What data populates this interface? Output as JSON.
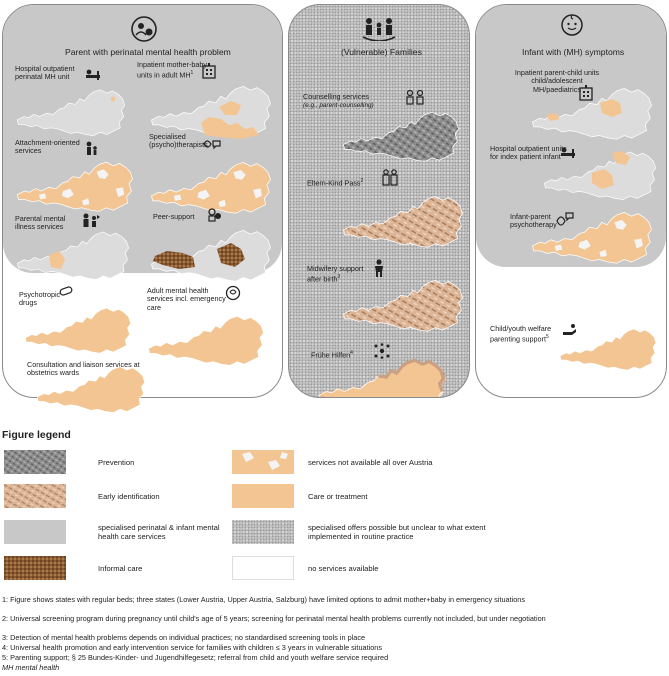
{
  "left_panel": {
    "title": "Parent with perinatal mental health problem",
    "items": [
      {
        "label": "Hospital outpatient perinatal MH unit"
      },
      {
        "label": "Inpatient mother-baby units in adult MH",
        "sup": "1"
      },
      {
        "label": "Attachment-oriented services"
      },
      {
        "label": "Specialised (psycho)therapists"
      },
      {
        "label": "Parental mental illness services"
      },
      {
        "label": "Peer-support"
      },
      {
        "label": "Psychotropic drugs"
      },
      {
        "label": "Adult mental health services incl. emergency care"
      },
      {
        "label": "Consultation and liaison services at obstetrics wards"
      }
    ]
  },
  "middle_panel": {
    "title": "(Vulnerable) Families",
    "items": [
      {
        "label": "Counselling services",
        "sub": "(e.g., parent-counselling)"
      },
      {
        "label": "Eltern-Kind Pass",
        "sup": "2"
      },
      {
        "label": "Midwifery support after birth",
        "sup": "3"
      },
      {
        "label": "Frühe Hilfen",
        "sup": "4"
      }
    ]
  },
  "right_panel": {
    "title": "Infant with (MH) symptoms",
    "items": [
      {
        "label": "Inpatient parent-child units child/adolescent MH/paediatrics"
      },
      {
        "label": "Hospital outpatient units for index patient infant"
      },
      {
        "label": "Infant-parent psychotherapy"
      },
      {
        "label": "Child/youth welfare parenting support",
        "sup": "5"
      }
    ]
  },
  "legend": {
    "title": "Figure legend",
    "items": [
      {
        "label": "Prevention"
      },
      {
        "label": "services not available all over Austria"
      },
      {
        "label": "Early identification"
      },
      {
        "label": "Care or treatment"
      },
      {
        "label": "specialised perinatal & infant mental health care services"
      },
      {
        "label": "specialised offers possible but unclear to what extent implemented in routine practice"
      },
      {
        "label": "Informal care"
      },
      {
        "label": "no services available"
      }
    ]
  },
  "footnotes": [
    "1: Figure shows states with regular beds; three states (Lower Austria, Upper Austria, Salzburg) have limited options to admit mother+baby in emergency situations",
    "2: Universal screening program during pregnancy until child's age of 5 years; screening for perinatal mental health problems currently not included, but under negotiation",
    "3: Detection of mental health problems depends on individual practices; no standardised screening tools in place",
    "4: Universal health promotion and early intervention service for families with children ≤ 3 years in vulnerable situations",
    "5: Parenting support; § 25 Bundes-Kinder- und Jugendhilfegesetz; referral from child and youth welfare service required",
    "MH mental health"
  ],
  "colors": {
    "care": "#f3c592",
    "specialised_grey": "#c8c8c8",
    "map_grey": "#dcdcdc",
    "prevention": "#8c8c8c",
    "informal": "#8a5a32"
  }
}
